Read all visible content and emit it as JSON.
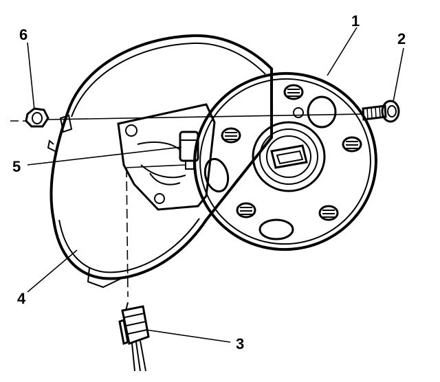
{
  "colors": {
    "ink": "#000000",
    "paper": "#ffffff"
  },
  "callouts": {
    "c1": "1",
    "c2": "2",
    "c3": "3",
    "c4": "4",
    "c5": "5",
    "c6": "6"
  }
}
